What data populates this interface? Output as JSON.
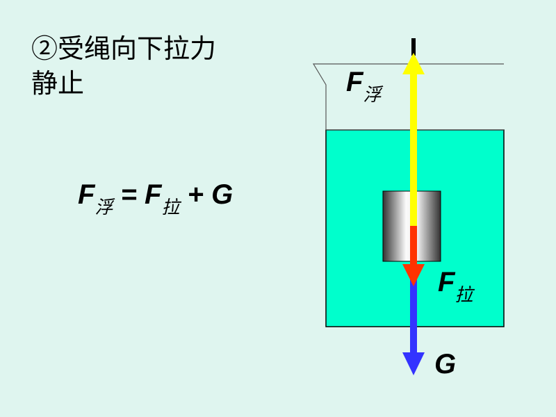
{
  "title": {
    "line1": "②受绳向下拉力",
    "line2": "静止"
  },
  "equation": {
    "f1": "F",
    "s1": "浮",
    "eq": " = ",
    "f2": "F",
    "s2": "拉",
    "plus": " + G"
  },
  "labels": {
    "buoyancy_f": "F",
    "buoyancy_sub": "浮",
    "pull_f": "F",
    "pull_sub": "拉",
    "gravity": "G"
  },
  "colors": {
    "background": "#dff5ef",
    "water": "#00ffcc",
    "buoyancy": "#ffff00",
    "pull": "#ff3300",
    "gravity": "#3333ff"
  }
}
